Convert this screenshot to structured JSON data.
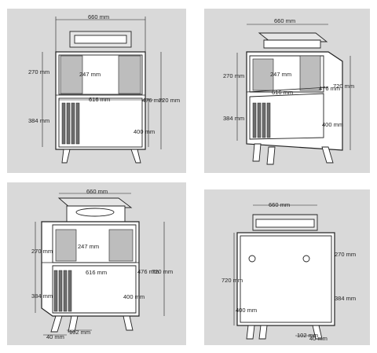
{
  "views": [
    {
      "name": "front",
      "labels": {
        "width": "660 mm",
        "upper": "270 mm",
        "lower": "384 mm",
        "inner_upper": "247 mm",
        "inner_width": "616 mm",
        "inner_depth": "476 mm",
        "height": "720 mm",
        "lower_inner": "400 mm"
      }
    },
    {
      "name": "perspective-right",
      "labels": {
        "width": "660 mm",
        "upper": "270 mm",
        "lower": "384 mm",
        "inner_upper": "247 mm",
        "inner_width": "616 mm",
        "inner_depth": "476 mm",
        "height": "720 mm",
        "lower_inner": "400 mm"
      }
    },
    {
      "name": "perspective-left",
      "labels": {
        "width": "660 mm",
        "upper": "270 mm",
        "lower": "384 mm",
        "inner_upper": "247 mm",
        "inner_width": "616 mm",
        "inner_depth": "476 mm",
        "height": "720 mm",
        "lower_inner": "400 mm",
        "leg": "40 mm",
        "leg_gap": "102 mm"
      }
    },
    {
      "name": "back",
      "labels": {
        "width": "660 mm",
        "upper": "270 mm",
        "lower": "384 mm",
        "height": "720 mm",
        "lower_inner": "400 mm",
        "leg": "40 mm",
        "leg_gap": "102 mm"
      }
    }
  ]
}
